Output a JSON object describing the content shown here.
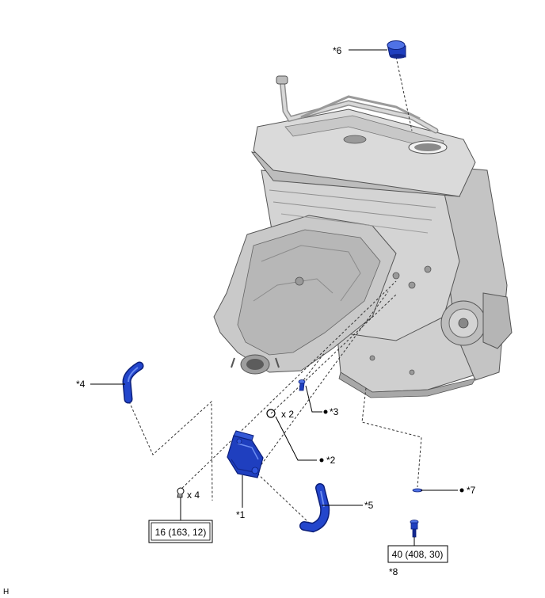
{
  "diagram": {
    "callouts": {
      "c1": "*1",
      "c2": "*2",
      "c3": "*3",
      "c4": "*4",
      "c5": "*5",
      "c6": "*6",
      "c7": "*7",
      "c8": "*8"
    },
    "quantities": {
      "q_oring": "x 2",
      "q_bolt": "x 4"
    },
    "torques": {
      "t_cooler": "16 (163, 12)",
      "t_union": "40 (408, 30)"
    },
    "corner_code": "H",
    "colors": {
      "part_blue": "#1f3fbf",
      "part_blue_dark": "#0c1f7a",
      "part_blue_light": "#4f72e6",
      "engine_fill": "#d6d6d6",
      "engine_shade": "#a9a9a9",
      "engine_dark": "#6e6e6e"
    }
  }
}
